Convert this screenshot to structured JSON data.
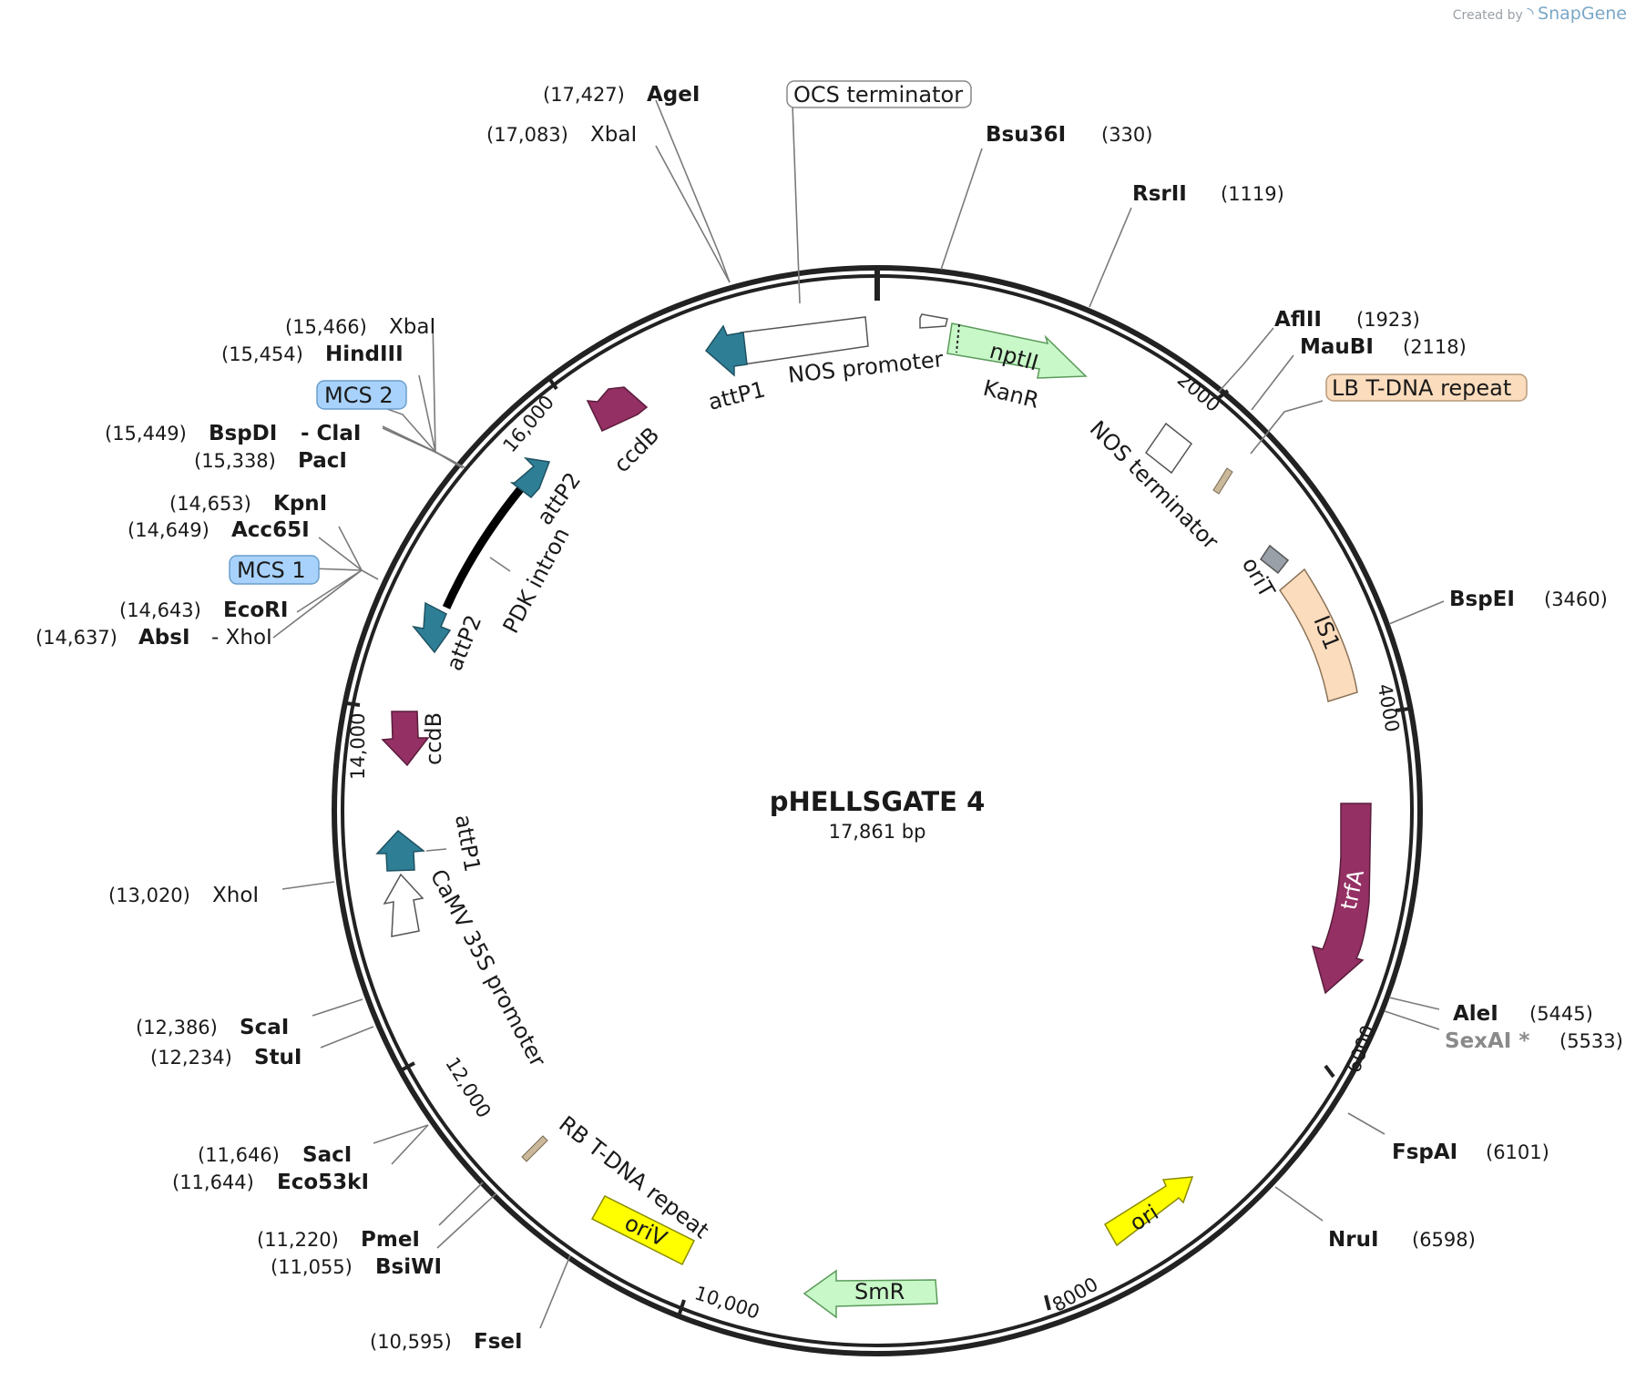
{
  "credit": {
    "prefix": "Created by",
    "brand": "SnapGene"
  },
  "plasmid": {
    "name": "pHELLSGATE 4",
    "size_label": "17,861 bp",
    "length": 17861
  },
  "ticks": [
    {
      "label": "2000",
      "bp": 2000
    },
    {
      "label": "4000",
      "bp": 4000
    },
    {
      "label": "6000",
      "bp": 6000
    },
    {
      "label": "8000",
      "bp": 8000
    },
    {
      "label": "10,000",
      "bp": 10000
    },
    {
      "label": "12,000",
      "bp": 12000
    },
    {
      "label": "14,000",
      "bp": 14000
    },
    {
      "label": "16,000",
      "bp": 16000
    }
  ],
  "enzymes": [
    {
      "pos": "(17,427)",
      "name": "AgeI",
      "bold": true,
      "bp": 17427
    },
    {
      "pos": "(17,083)",
      "name": "XbaI",
      "bold": false,
      "bp": 17083
    },
    {
      "pos": "(330)",
      "name": "Bsu36I",
      "bold": true,
      "bp": 330
    },
    {
      "pos": "(1119)",
      "name": "RsrII",
      "bold": true,
      "bp": 1119
    },
    {
      "pos": "(1923)",
      "name": "AflII",
      "bold": true,
      "bp": 1923
    },
    {
      "pos": "(2118)",
      "name": "MauBI",
      "bold": true,
      "bp": 2118
    },
    {
      "pos": "(3460)",
      "name": "BspEI",
      "bold": true,
      "bp": 3460
    },
    {
      "pos": "(5445)",
      "name": "AleI",
      "bold": true,
      "bp": 5445
    },
    {
      "pos": "(5533)",
      "name": "SexAI *",
      "gray": true,
      "bp": 5533
    },
    {
      "pos": "(6101)",
      "name": "FspAI",
      "bold": true,
      "bp": 6101
    },
    {
      "pos": "(6598)",
      "name": "NruI",
      "bold": true,
      "bp": 6598
    },
    {
      "pos": "(10,595)",
      "name": "FseI",
      "bold": true,
      "bp": 10595
    },
    {
      "pos": "(11,055)",
      "name": "BsiWI",
      "bold": true,
      "bp": 11055
    },
    {
      "pos": "(11,220)",
      "name": "PmeI",
      "bold": true,
      "bp": 11220
    },
    {
      "pos": "(11,644)",
      "name": "Eco53kI",
      "bold": true,
      "bp": 11644
    },
    {
      "pos": "(11,646)",
      "name": "SacI",
      "bold": true,
      "bp": 11646
    },
    {
      "pos": "(12,234)",
      "name": "StuI",
      "bold": true,
      "bp": 12234
    },
    {
      "pos": "(12,386)",
      "name": "ScaI",
      "bold": true,
      "bp": 12386
    },
    {
      "pos": "(13,020)",
      "name": "XhoI",
      "bold": false,
      "bp": 13020
    },
    {
      "pos": "(14,637)",
      "name": "AbsI",
      "bold": true,
      "extra": "- XhoI",
      "bp": 14637
    },
    {
      "pos": "(14,643)",
      "name": "EcoRI",
      "bold": true,
      "bp": 14643
    },
    {
      "pos": "(14,649)",
      "name": "Acc65I",
      "bold": true,
      "bp": 14649
    },
    {
      "pos": "(14,653)",
      "name": "KpnI",
      "bold": true,
      "bp": 14653
    },
    {
      "pos": "(15,338)",
      "name": "PacI",
      "bold": true,
      "bp": 15338
    },
    {
      "pos": "(15,449)",
      "name": "BspDI",
      "bold": true,
      "extra": "- ClaI",
      "extra_bold": true,
      "bp": 15449
    },
    {
      "pos": "(15,454)",
      "name": "HindIII",
      "bold": true,
      "bp": 15454
    },
    {
      "pos": "(15,466)",
      "name": "XbaI",
      "bold": false,
      "bp": 15466
    }
  ],
  "boxed_labels": [
    {
      "text": "OCS terminator",
      "color": "#ffffff"
    },
    {
      "text": "LB T-DNA repeat",
      "color": "#fbdcbd"
    },
    {
      "text": "MCS 2",
      "color": "#a8d2fb"
    },
    {
      "text": "MCS 1",
      "color": "#a8d2fb"
    }
  ],
  "features": [
    {
      "name": "NOS promoter",
      "color": "#ffffff"
    },
    {
      "name": "attP1",
      "color": "#2e7f96"
    },
    {
      "name": "nptII",
      "color": "#c8f7c8"
    },
    {
      "name": "KanR",
      "color": "#c8f7c8"
    },
    {
      "name": "NOS terminator",
      "color": "#ffffff"
    },
    {
      "name": "oriT",
      "color": "#9aa0a8"
    },
    {
      "name": "IS1",
      "color": "#fbdcbd"
    },
    {
      "name": "trfA",
      "color": "#943063"
    },
    {
      "name": "ori",
      "color": "#ffff00"
    },
    {
      "name": "SmR",
      "color": "#c8f7c8"
    },
    {
      "name": "oriV",
      "color": "#ffff00"
    },
    {
      "name": "RB T-DNA repeat",
      "color": "#c9b89a"
    },
    {
      "name": "CaMV 35S promoter",
      "color": "#ffffff"
    },
    {
      "name": "attP1",
      "color": "#2e7f96"
    },
    {
      "name": "ccdB",
      "color": "#943063"
    },
    {
      "name": "attP2",
      "color": "#2e7f96"
    },
    {
      "name": "PDK intron",
      "color": "#000000"
    },
    {
      "name": "attP2",
      "color": "#2e7f96"
    },
    {
      "name": "ccdB",
      "color": "#943063"
    }
  ]
}
